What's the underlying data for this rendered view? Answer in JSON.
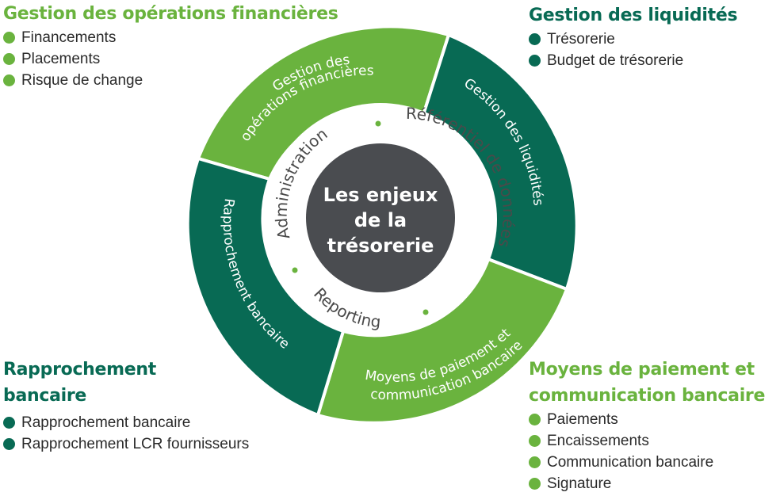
{
  "colors": {
    "green": "#6ab33e",
    "teal": "#086a54",
    "center": "#4a4c50",
    "ring_border": "#ffffff"
  },
  "center": {
    "line1": "Les enjeux",
    "line2": "de la",
    "line3": "trésorerie"
  },
  "inner_ring": [
    "Administration",
    "Référentiel de données",
    "Reporting"
  ],
  "outer_ring": {
    "top_left": {
      "line1": "Gestion des",
      "line2": "opérations financières"
    },
    "right": "Gestion des liquidités",
    "bottom_right": {
      "line1": "Moyens de paiement et",
      "line2": "communication bancaire"
    },
    "left": "Rapprochement bancaire"
  },
  "blocks": {
    "top_left": {
      "title_lines": [
        "Gestion des opérations financières"
      ],
      "items": [
        "Financements",
        "Placements",
        "Risque de change"
      ]
    },
    "top_right": {
      "title_lines": [
        "Gestion des liquidités"
      ],
      "items": [
        "Trésorerie",
        "Budget de trésorerie"
      ]
    },
    "bottom_left": {
      "title_lines": [
        "Rapprochement",
        "bancaire"
      ],
      "items": [
        "Rapprochement bancaire",
        "Rapprochement LCR fournisseurs"
      ]
    },
    "bottom_right": {
      "title_lines": [
        "Moyens de paiement et",
        "communication bancaire"
      ],
      "items": [
        "Paiements",
        "Encaissements",
        "Communication bancaire",
        "Signature"
      ]
    }
  }
}
